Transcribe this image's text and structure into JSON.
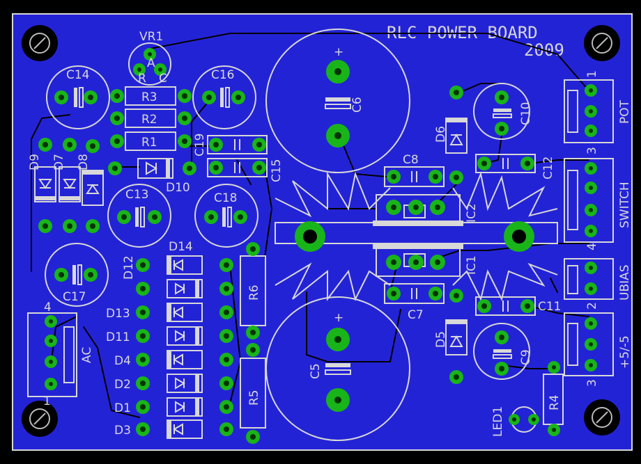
{
  "board": {
    "title_line1": "RLC POWER BOARD",
    "title_line2": "2009",
    "colors": {
      "background": "#000000",
      "copper": "#2323d6",
      "silkscreen": "#d8d8d8",
      "pad": "#19b419"
    }
  },
  "labels": {
    "vr1": "VR1",
    "c14": "C14",
    "c16": "C16",
    "r3": "R3",
    "r2": "R2",
    "r1": "R1",
    "c19": "C19",
    "c15": "C15",
    "c6": "C6",
    "c8": "C8",
    "c10": "C10",
    "c12": "C12",
    "d6": "D6",
    "d9": "D9",
    "d7": "D7",
    "d8": "D8",
    "d10": "D10",
    "c13": "C13",
    "c18": "C18",
    "ic2": "IC2",
    "ic1": "IC1",
    "c17": "C17",
    "d12": "D12",
    "d14": "D14",
    "r6": "R6",
    "d13": "D13",
    "d11": "D11",
    "d4": "D4",
    "d2": "D2",
    "d1": "D1",
    "d3": "D3",
    "r5": "R5",
    "c5": "C5",
    "c7": "C7",
    "c11": "C11",
    "d5": "D5",
    "c9": "C9",
    "r4": "R4",
    "led1": "LED1",
    "ac": "AC",
    "pot": "POT",
    "switch": "SWITCH",
    "ubias": "UBIAS",
    "pm5": "+5/-5",
    "pin1": "1",
    "pin3": "3",
    "pin4": "4",
    "pin2": "2",
    "pin3b": "3",
    "acpin4": "4",
    "acpin1": "1",
    "plus": "+",
    "vr_a": "A",
    "vr_r": "R",
    "vr_c": "C"
  }
}
